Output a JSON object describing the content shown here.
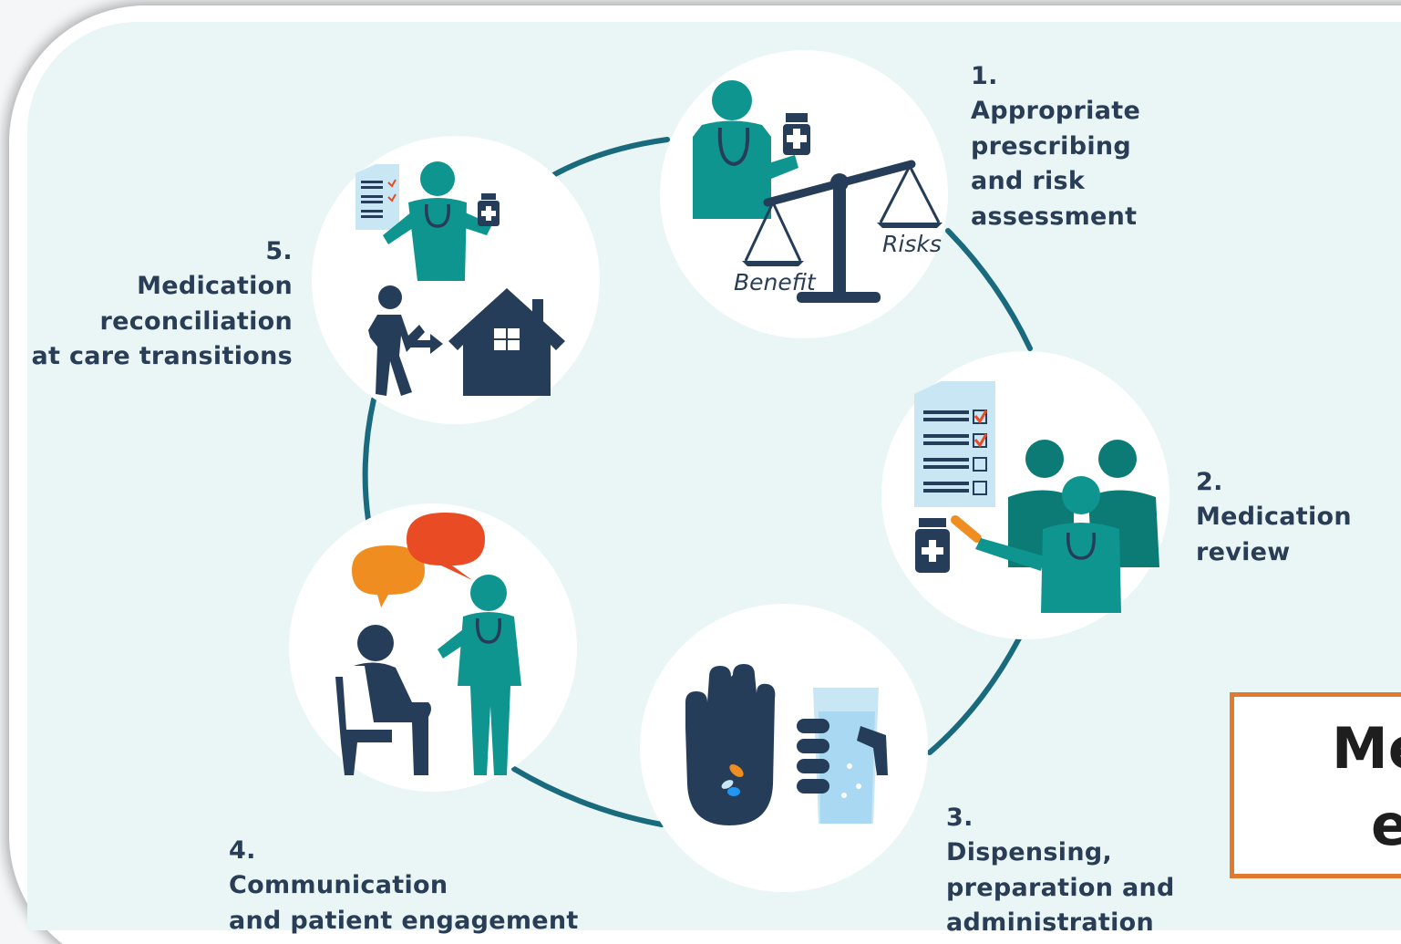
{
  "diagram": {
    "steps": [
      {
        "number": "1.",
        "text": "Appropriate\nprescribing\nand risk\nassessment"
      },
      {
        "number": "2.",
        "text": "Medication\nreview"
      },
      {
        "number": "3.",
        "text": "Dispensing,\npreparation and\nadministration"
      },
      {
        "number": "4.",
        "text": "Communication\nand patient engagement"
      },
      {
        "number": "5.",
        "text": "Medication\nreconciliation\nat care transitions"
      }
    ],
    "scale_labels": {
      "left": "Benefit",
      "right": "Risks"
    },
    "colors": {
      "teal": "#0f958f",
      "dark_teal": "#0c7b76",
      "navy": "#263d5a",
      "ring": "#1a6a7e",
      "orange": "#f08d21",
      "red": "#e94b25",
      "background": "#e9f6f5",
      "callout_border": "#e07a2e"
    }
  },
  "callout": {
    "line1": "Me",
    "line2": "e"
  }
}
